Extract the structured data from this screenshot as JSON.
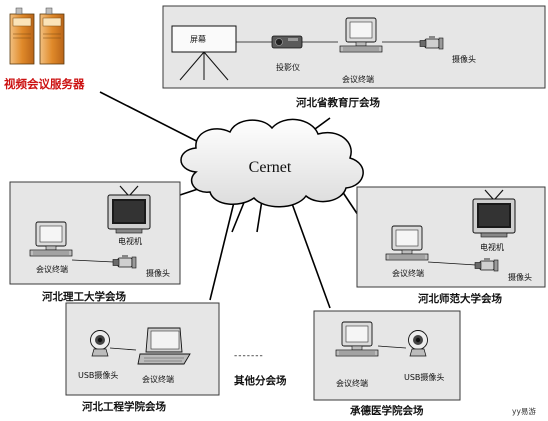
{
  "server": {
    "label": "视频会议服务器",
    "label_color": "#cc1111"
  },
  "cloud": {
    "label": "Cernet"
  },
  "venues": {
    "hebei_edu": {
      "title": "河北省教育厅会场",
      "screen": "屏幕",
      "projector": "投影仪",
      "terminal": "会议终端",
      "camera": "摄像头"
    },
    "hebei_tech": {
      "title": "河北理工大学会场",
      "tv": "电视机",
      "terminal": "会议终端",
      "camera": "摄像头"
    },
    "hebei_normal": {
      "title": "河北师范大学会场",
      "tv": "电视机",
      "terminal": "会议终端",
      "camera": "摄像头"
    },
    "hebei_eng": {
      "title": "河北工程学院会场",
      "usb_camera": "USB摄像头",
      "terminal": "会议终端"
    },
    "chengde_med": {
      "title": "承德医学院会场",
      "usb_camera": "USB摄像头",
      "terminal": "会议终端"
    }
  },
  "others": {
    "label": "其他分会场",
    "dots": "-------"
  },
  "watermark": "yy易游"
}
